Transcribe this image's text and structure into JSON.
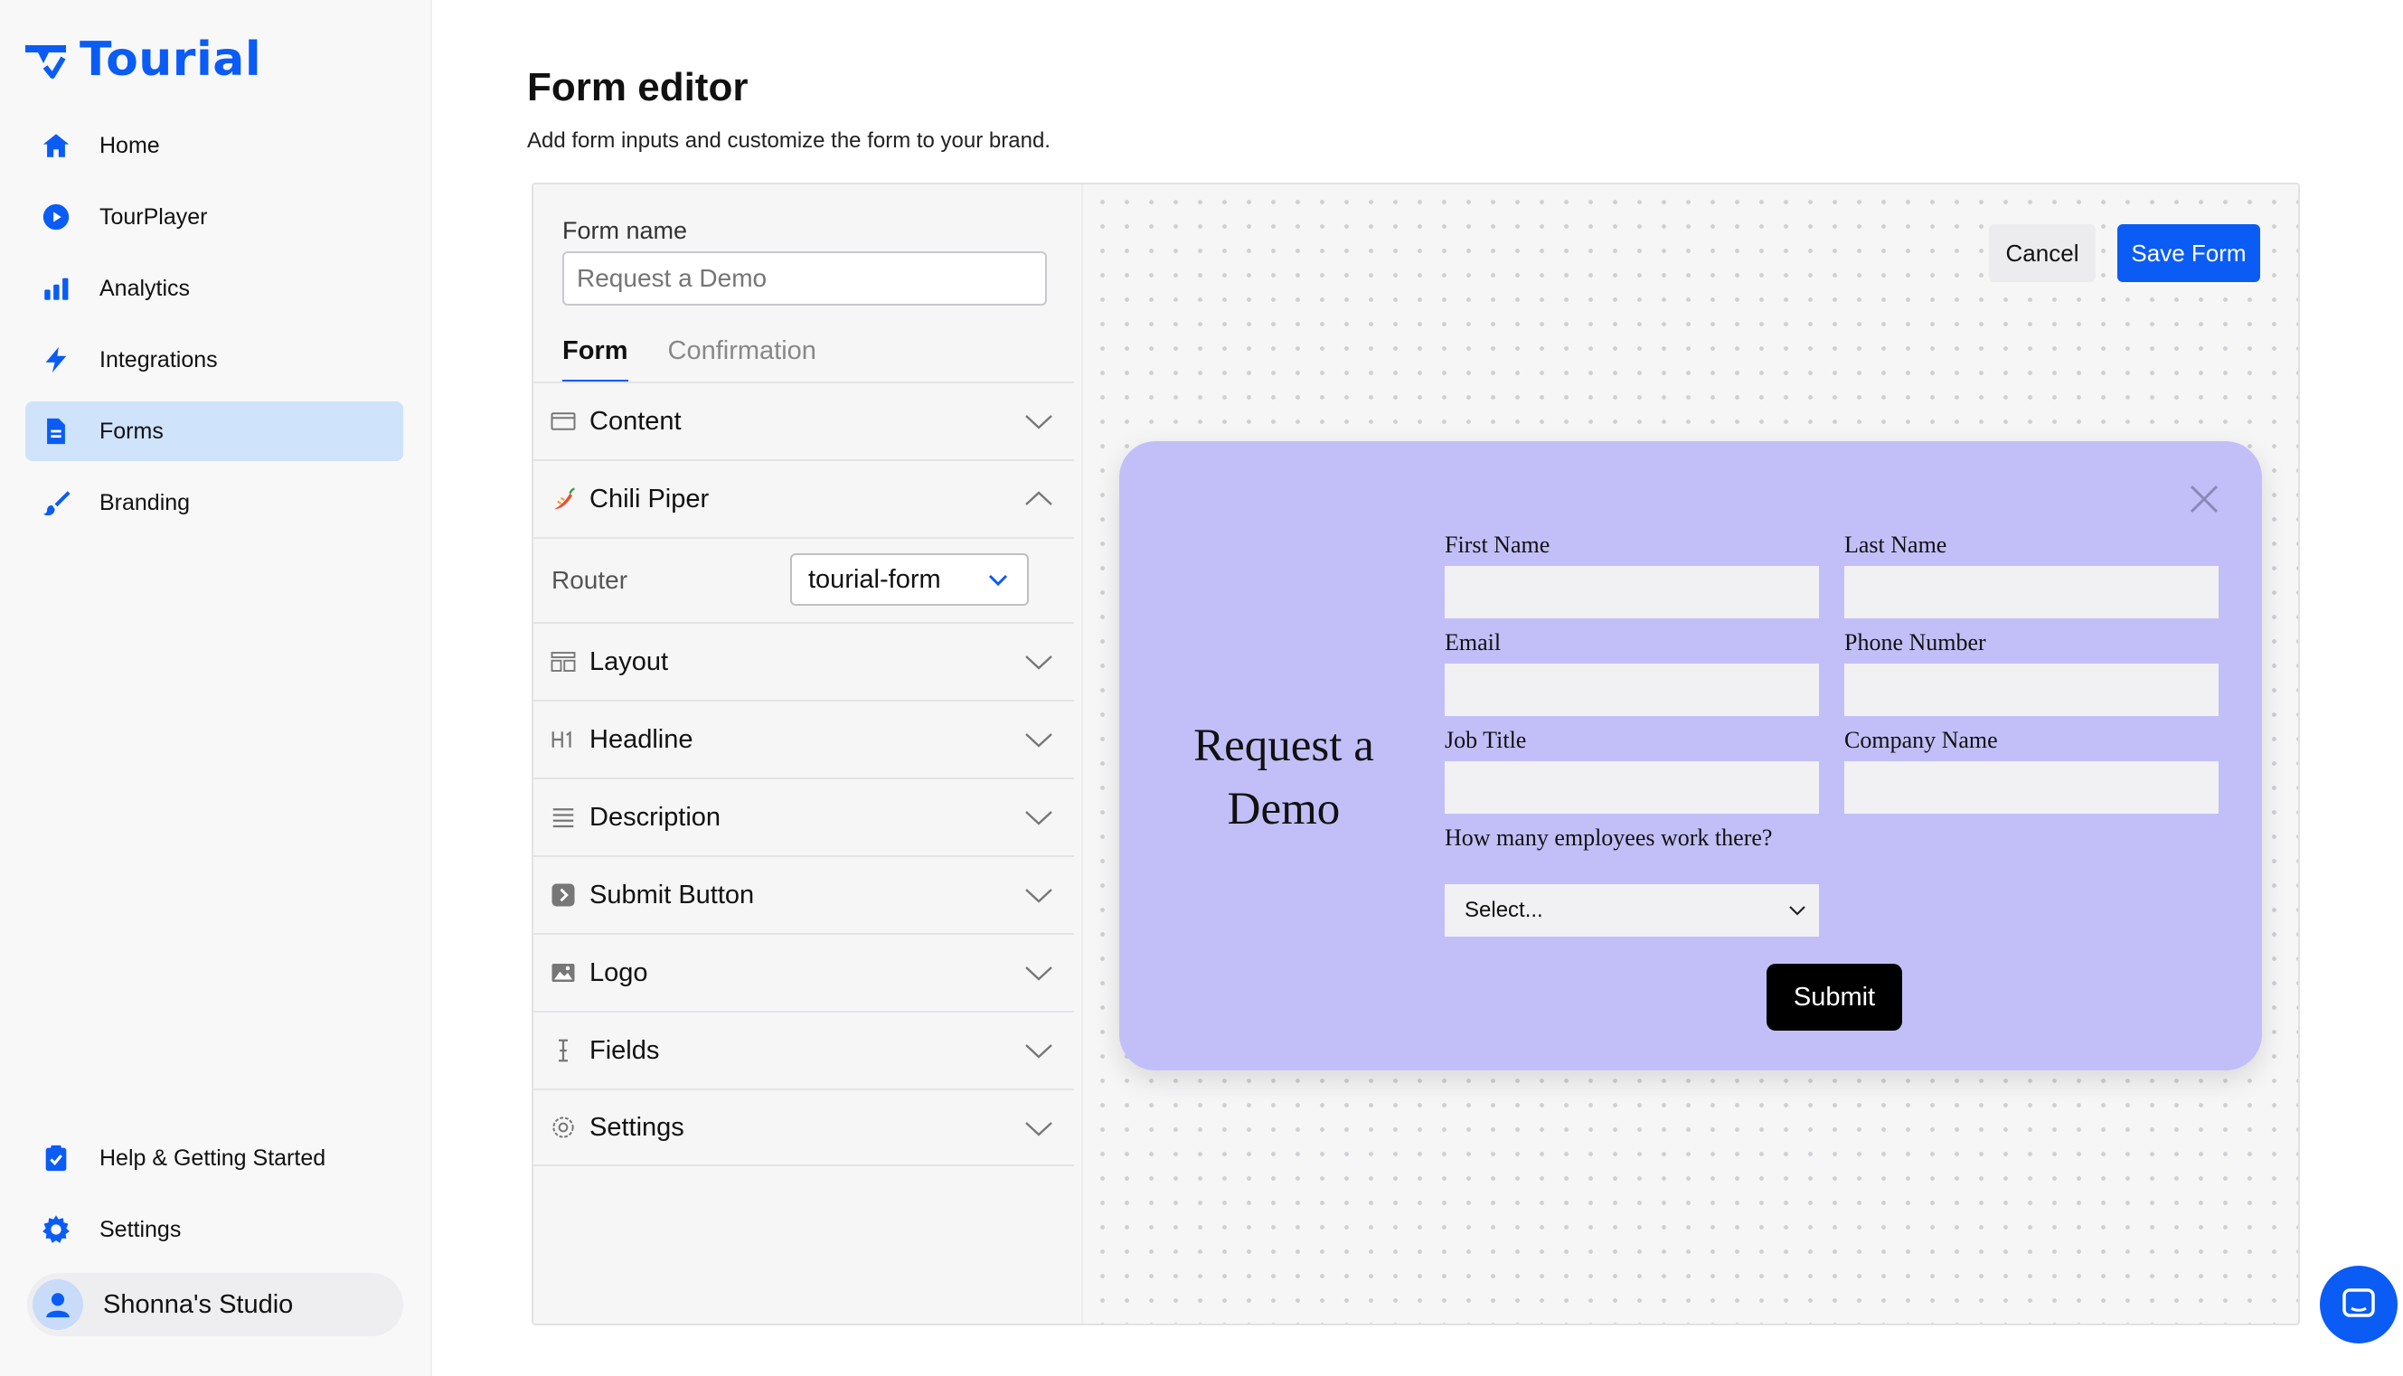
{
  "brand": {
    "name": "Tourial",
    "accent": "#0a5cf5"
  },
  "sidebar": {
    "items": [
      {
        "label": "Home",
        "icon": "home-icon"
      },
      {
        "label": "TourPlayer",
        "icon": "play-circle-icon"
      },
      {
        "label": "Analytics",
        "icon": "bar-chart-icon"
      },
      {
        "label": "Integrations",
        "icon": "lightning-icon"
      },
      {
        "label": "Forms",
        "icon": "document-icon",
        "active": true
      },
      {
        "label": "Branding",
        "icon": "brush-icon"
      }
    ],
    "bottom_items": [
      {
        "label": "Help & Getting Started",
        "icon": "clipboard-check-icon"
      },
      {
        "label": "Settings",
        "icon": "gear-icon"
      }
    ],
    "user": {
      "name": "Shonna's Studio",
      "icon": "user-icon"
    }
  },
  "header": {
    "title": "Form editor",
    "subtitle": "Add form inputs and customize the form to your brand."
  },
  "panel": {
    "form_name_label": "Form name",
    "form_name_placeholder": "Request a Demo",
    "tabs": [
      {
        "label": "Form",
        "active": true
      },
      {
        "label": "Confirmation",
        "active": false
      }
    ],
    "sections": [
      {
        "label": "Content",
        "icon": "window-icon",
        "expanded": false
      },
      {
        "label": "Chili Piper",
        "icon": "chili-pepper-icon",
        "expanded": true
      },
      {
        "label": "Layout",
        "icon": "layout-icon",
        "expanded": false
      },
      {
        "label": "Headline",
        "icon": "h1-icon",
        "expanded": false
      },
      {
        "label": "Description",
        "icon": "lines-icon",
        "expanded": false
      },
      {
        "label": "Submit Button",
        "icon": "arrow-box-icon",
        "expanded": false
      },
      {
        "label": "Logo",
        "icon": "image-icon",
        "expanded": false
      },
      {
        "label": "Fields",
        "icon": "text-cursor-icon",
        "expanded": false
      },
      {
        "label": "Settings",
        "icon": "gear-outline-icon",
        "expanded": false
      }
    ],
    "router": {
      "label": "Router",
      "value": "tourial-form"
    }
  },
  "actions": {
    "cancel": "Cancel",
    "save": "Save Form"
  },
  "preview": {
    "title": "Request a Demo",
    "bg_color": "#c2bff8",
    "fields": [
      {
        "label": "First Name"
      },
      {
        "label": "Last Name"
      },
      {
        "label": "Email"
      },
      {
        "label": "Phone Number"
      },
      {
        "label": "Job Title"
      },
      {
        "label": "Company Name"
      }
    ],
    "select": {
      "label": "How many employees work there?",
      "value": "Select..."
    },
    "submit": "Submit"
  },
  "chat": {
    "icon": "chat-bubble-icon"
  }
}
